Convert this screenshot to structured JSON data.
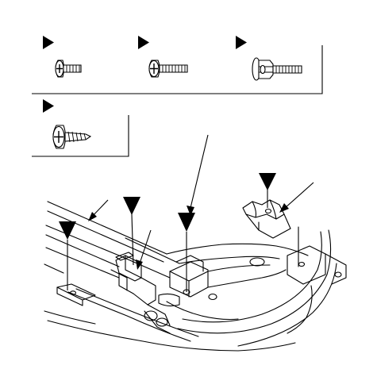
{
  "diagram": {
    "background": "#ffffff",
    "ink": "#000000",
    "legend_fasteners": [
      {
        "name": "small-pan-head-screw",
        "icon": "screw-icon",
        "marker": "right-triangle"
      },
      {
        "name": "long-pan-head-screw",
        "icon": "screw-icon",
        "marker": "right-triangle"
      },
      {
        "name": "flange-hex-bolt",
        "icon": "bolt-icon",
        "marker": "right-triangle"
      },
      {
        "name": "self-tapping-screw",
        "icon": "tapping-screw-icon",
        "marker": "right-triangle"
      }
    ],
    "callout_markers": [
      {
        "name": "clip-callout",
        "icon": "down-triangle-icon"
      },
      {
        "name": "left-bracket-callout",
        "icon": "down-triangle-icon"
      },
      {
        "name": "center-bracket-callout",
        "icon": "down-triangle-icon"
      },
      {
        "name": "right-bracket-callout",
        "icon": "down-triangle-icon"
      }
    ]
  }
}
